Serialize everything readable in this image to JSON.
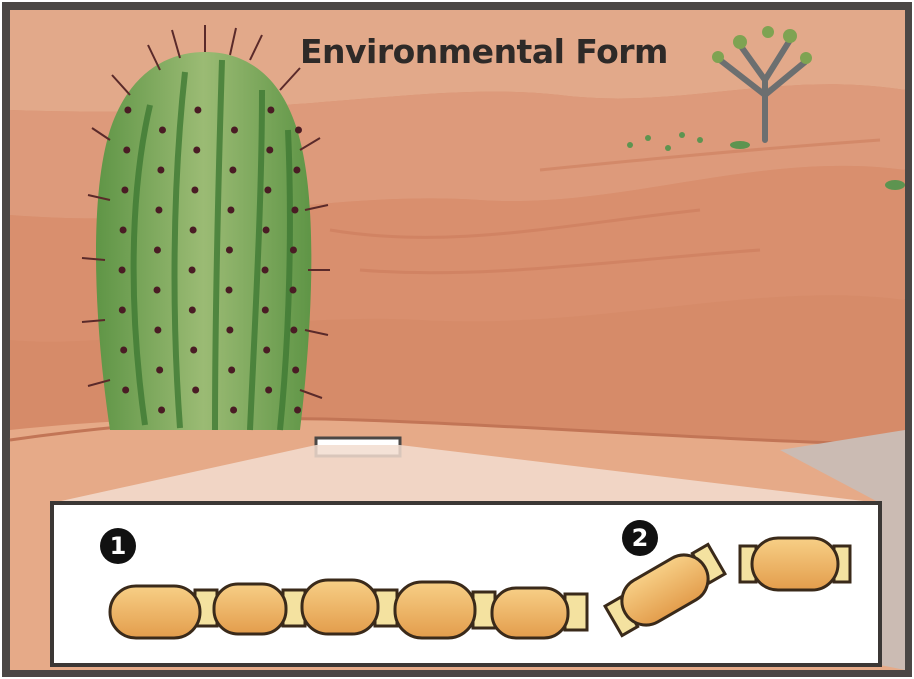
{
  "title": "Environmental Form",
  "markers": {
    "one": "1",
    "two": "2"
  },
  "colors": {
    "sand_light": "#e7a886",
    "sand_mid": "#dc9272",
    "sand_dark": "#c97858",
    "cactus_light": "#8fb06a",
    "cactus_dark": "#4f8a3e",
    "spine": "#5a2a2a",
    "cell_fill": "#f0b566",
    "cell_stroke": "#3a2a1a",
    "connector": "#f4e2a0",
    "frame": "#4b4745"
  }
}
